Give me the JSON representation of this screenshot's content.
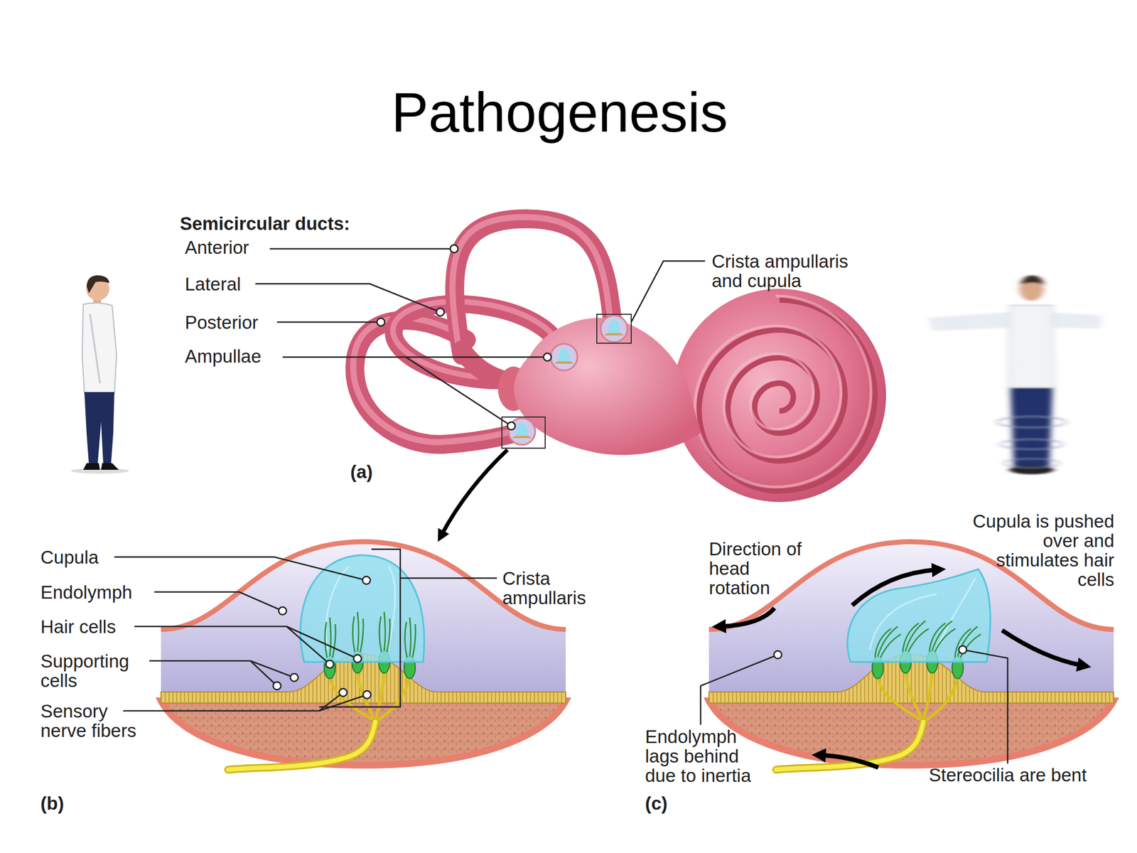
{
  "diagram": {
    "title": "Pathogenesis",
    "labels": [
      "Semicircular ducts:",
      "Anterior",
      "Lateral",
      "Posterior",
      "Ampullae",
      "Crista ampullaris and cupula",
      "(a)",
      "Cupula",
      "Endolymph",
      "Hair cells",
      "Supporting cells",
      "Sensory nerve fibers",
      "Crista ampullaris",
      "Direction of head rotation",
      "Cupula is pushed over and stimulates hair cells",
      "Endolymph lags behind due to inertia",
      "Stereocilia are bent",
      "(b)",
      "(c)"
    ]
  }
}
